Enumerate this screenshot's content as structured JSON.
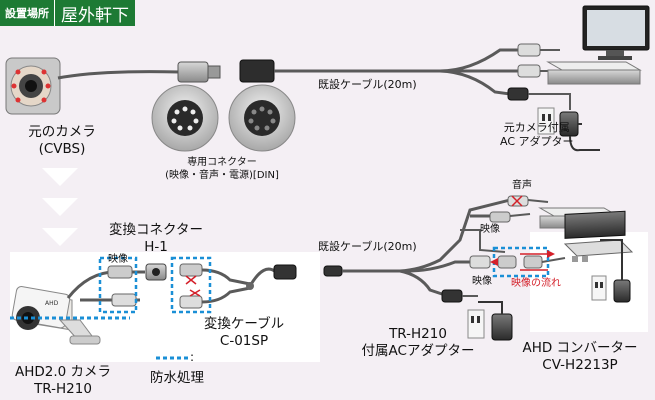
{
  "location": {
    "label": "設置場所",
    "value": "屋外軒下"
  },
  "old_camera": {
    "line1": "元のカメラ",
    "line2": "(CVBS)"
  },
  "dedicated_connector": {
    "line1": "専用コネクター",
    "line2": "(映像・音声・電源)[DIN]"
  },
  "existing_cable_top": "既設ケーブル(20m)",
  "existing_cable_bottom": "既設ケーブル(20m)",
  "old_adapter": {
    "line1": "元カメラ付属",
    "line2": "AC アダプター"
  },
  "conversion_connector": {
    "line1": "変換コネクター",
    "line2": "H-1"
  },
  "video_left": "映像",
  "conversion_cable": {
    "line1": "変換ケーブル",
    "line2": "C-01SP"
  },
  "waterproof_legend": ":",
  "waterproof": "防水処理",
  "ahd_camera": {
    "line1": "AHD2.0 カメラ",
    "line2": "TR-H210"
  },
  "audio": "音声",
  "video_mid": "映像",
  "video_bottom": "映像",
  "video_flow": "映像の流れ",
  "tr_adapter": {
    "line1": "TR-H210",
    "line2": "付属ACアダプター"
  },
  "ahd_converter": {
    "line1": "AHD コンバーター",
    "line2": "CV-H2213P"
  },
  "colors": {
    "badge": "#1d7a34",
    "cable": "#5a5a5a",
    "waterproof": "#1a8fd6",
    "flow": "#d4202a",
    "background": "#f4eff4"
  }
}
